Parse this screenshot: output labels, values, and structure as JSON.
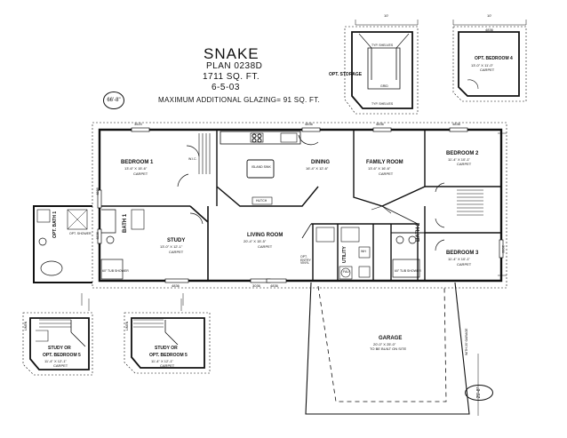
{
  "header": {
    "title": "SNAKE",
    "plan": "PLAN 0238D",
    "sqft": "1711 SQ. FT.",
    "date": "6-5-03",
    "glazing": "MAXIMUM ADDITIONAL GLAZING= 91 SQ. FT."
  },
  "width_marker": "66'-8\"",
  "garage_marker": "25'-8\"",
  "rooms": {
    "bedroom1": {
      "name": "BEDROOM 1",
      "dims": "13'-6\" X 15'-6\"",
      "floor": "CARPET"
    },
    "dining": {
      "name": "DINING",
      "dims": "16'-4\" X 12'-6\""
    },
    "family": {
      "name": "FAMILY ROOM",
      "dims": "13'-6\" X 16'-6\"",
      "floor": "CARPET"
    },
    "bedroom2": {
      "name": "BEDROOM 2",
      "dims": "11'-4\" X 10'-1\"",
      "floor": "CARPET"
    },
    "study": {
      "name": "STUDY",
      "dims": "13'-0\" X 12'-1\"",
      "floor": "CARPET"
    },
    "living": {
      "name": "LIVING ROOM",
      "dims": "20'-4\" X 15'-5\"",
      "floor": "CARPET"
    },
    "bedroom3": {
      "name": "BEDROOM 3",
      "dims": "11'-4\" X 10'-1\"",
      "floor": "CARPET"
    },
    "bath1": {
      "name": "BATH 1"
    },
    "optbath1": {
      "name": "OPT. BATH 1"
    },
    "bath2": {
      "name": "BATH 2"
    },
    "utility": {
      "name": "UTILITY"
    },
    "garage": {
      "name": "GARAGE",
      "dims": "20'-0\" X 25'-0\"",
      "note": "TO BE BUILT ON SITE"
    },
    "opt_storage": {
      "name": "OPT. STORAGE"
    },
    "opt_bedroom4": {
      "name": "OPT. BEDROOM 4",
      "dims": "13'-0\" X 11'-0\"",
      "floor": "CARPET"
    },
    "study_opt1": {
      "name": "STUDY OR",
      "name2": "OPT. BEDROOM 5",
      "dims": "11'-4\" X 12'-1\"",
      "floor": "CARPET"
    },
    "study_opt2": {
      "name": "STUDY OR",
      "name2": "OPT. BEDROOM 5",
      "dims": "11'-4\" X 12'-1\"",
      "floor": "CARPET"
    }
  },
  "fixtures": {
    "island": "ISLAND SINK",
    "wic": "W.I.C.",
    "shelves_top": "TYP. SHELVES",
    "shelves_bot": "TYP. SHELVES",
    "grid": "GRID",
    "entry": "OPT. ENTRY VINYL",
    "with_garage": "WITH 20' GARAGE",
    "fau": "FAU",
    "wh": "WH",
    "linen1": "LINEN",
    "linen2": "LINEN",
    "shower1": "60\" TUB SHOWER",
    "shower2": "60\" TUB SHOWER",
    "opt_shower": "OPT. SHOWER",
    "hutch": "HUTCH"
  },
  "window_labels": {
    "w1": "3620",
    "w2": "4836",
    "w3": "4836",
    "w4": "4836",
    "w5": "4836",
    "w6": "3036",
    "w7": "4836",
    "w8": "3030",
    "w9": "4836",
    "w10": "4836"
  },
  "bumpout_dims": {
    "a": "10'",
    "b": "4836",
    "c": "10'"
  }
}
